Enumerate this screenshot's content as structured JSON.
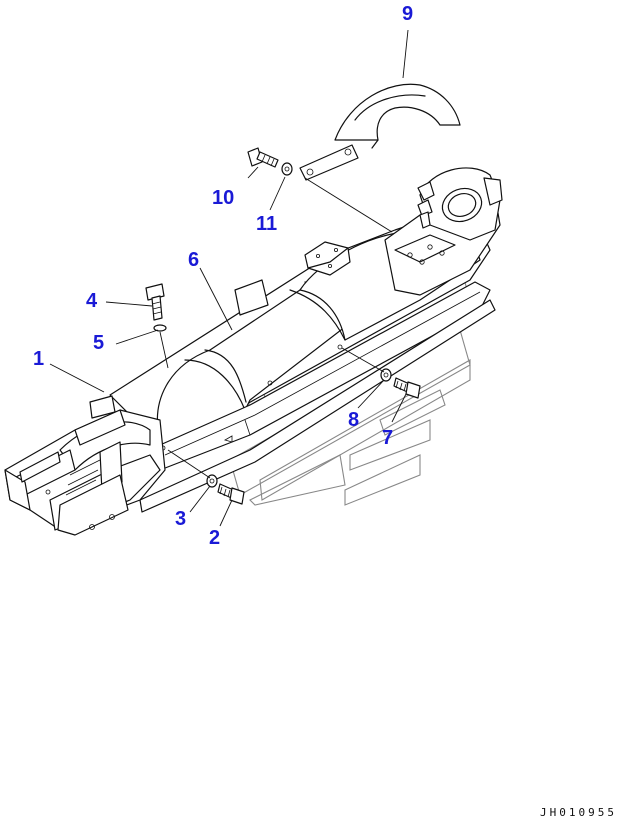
{
  "callouts": {
    "c1": "1",
    "c2": "2",
    "c3": "3",
    "c4": "4",
    "c5": "5",
    "c6": "6",
    "c7": "7",
    "c8": "8",
    "c9": "9",
    "c10": "10",
    "c11": "11"
  },
  "document_id": "JH010955"
}
